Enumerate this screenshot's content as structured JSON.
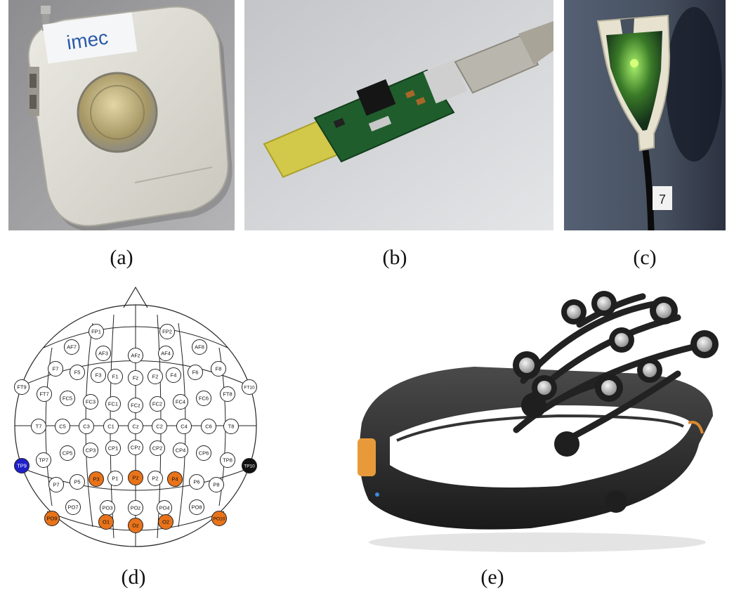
{
  "captions": {
    "a": "(a)",
    "b": "(b)",
    "c": "(c)",
    "d": "(d)",
    "e": "(e)"
  },
  "photo_a": {
    "logo": "imec"
  },
  "photo_c": {
    "tag": "7"
  },
  "colors": {
    "active": "#e8731a",
    "reference": "#1f1fc8",
    "ground": "#111111",
    "inactive": "#ffffff"
  },
  "montage": {
    "electrodes": [
      {
        "label": "FP1",
        "state": "inactive"
      },
      {
        "label": "FP2",
        "state": "inactive"
      },
      {
        "label": "AF7",
        "state": "inactive"
      },
      {
        "label": "AF3",
        "state": "inactive"
      },
      {
        "label": "AFz",
        "state": "inactive"
      },
      {
        "label": "AF4",
        "state": "inactive"
      },
      {
        "label": "AF8",
        "state": "inactive"
      },
      {
        "label": "F7",
        "state": "inactive"
      },
      {
        "label": "F5",
        "state": "inactive"
      },
      {
        "label": "F3",
        "state": "inactive"
      },
      {
        "label": "F1",
        "state": "inactive"
      },
      {
        "label": "Fz",
        "state": "inactive"
      },
      {
        "label": "F2",
        "state": "inactive"
      },
      {
        "label": "F4",
        "state": "inactive"
      },
      {
        "label": "F6",
        "state": "inactive"
      },
      {
        "label": "F8",
        "state": "inactive"
      },
      {
        "label": "FT9",
        "state": "inactive"
      },
      {
        "label": "FT7",
        "state": "inactive"
      },
      {
        "label": "FC5",
        "state": "inactive"
      },
      {
        "label": "FC3",
        "state": "inactive"
      },
      {
        "label": "FC1",
        "state": "inactive"
      },
      {
        "label": "FCz",
        "state": "inactive"
      },
      {
        "label": "FC2",
        "state": "inactive"
      },
      {
        "label": "FC4",
        "state": "inactive"
      },
      {
        "label": "FC6",
        "state": "inactive"
      },
      {
        "label": "FT8",
        "state": "inactive"
      },
      {
        "label": "FT10",
        "state": "inactive"
      },
      {
        "label": "T7",
        "state": "inactive"
      },
      {
        "label": "C5",
        "state": "inactive"
      },
      {
        "label": "C3",
        "state": "inactive"
      },
      {
        "label": "C1",
        "state": "inactive"
      },
      {
        "label": "Cz",
        "state": "inactive"
      },
      {
        "label": "C2",
        "state": "inactive"
      },
      {
        "label": "C4",
        "state": "inactive"
      },
      {
        "label": "C6",
        "state": "inactive"
      },
      {
        "label": "T8",
        "state": "inactive"
      },
      {
        "label": "TP9",
        "state": "reference"
      },
      {
        "label": "TP7",
        "state": "inactive"
      },
      {
        "label": "CP5",
        "state": "inactive"
      },
      {
        "label": "CP3",
        "state": "inactive"
      },
      {
        "label": "CP1",
        "state": "inactive"
      },
      {
        "label": "CPz",
        "state": "inactive"
      },
      {
        "label": "CP2",
        "state": "inactive"
      },
      {
        "label": "CP4",
        "state": "inactive"
      },
      {
        "label": "CP6",
        "state": "inactive"
      },
      {
        "label": "TP8",
        "state": "inactive"
      },
      {
        "label": "TP10",
        "state": "ground"
      },
      {
        "label": "P7",
        "state": "inactive"
      },
      {
        "label": "P5",
        "state": "inactive"
      },
      {
        "label": "P3",
        "state": "active"
      },
      {
        "label": "P1",
        "state": "inactive"
      },
      {
        "label": "Pz",
        "state": "active"
      },
      {
        "label": "P2",
        "state": "inactive"
      },
      {
        "label": "P4",
        "state": "active"
      },
      {
        "label": "P6",
        "state": "inactive"
      },
      {
        "label": "P8",
        "state": "inactive"
      },
      {
        "label": "PO7",
        "state": "inactive"
      },
      {
        "label": "PO3",
        "state": "inactive"
      },
      {
        "label": "POz",
        "state": "inactive"
      },
      {
        "label": "PO4",
        "state": "inactive"
      },
      {
        "label": "PO8",
        "state": "inactive"
      },
      {
        "label": "PO9",
        "state": "active"
      },
      {
        "label": "O1",
        "state": "active"
      },
      {
        "label": "Oz",
        "state": "active"
      },
      {
        "label": "O2",
        "state": "active"
      },
      {
        "label": "PO10",
        "state": "active"
      }
    ]
  }
}
